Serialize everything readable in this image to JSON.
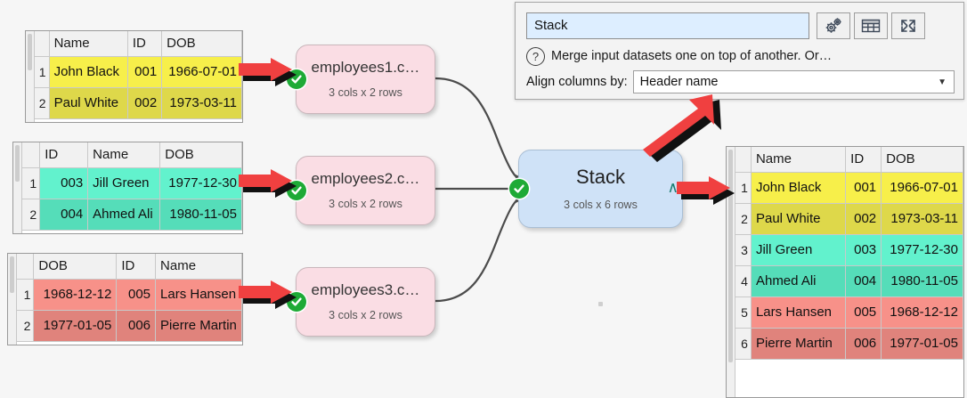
{
  "canvas": {
    "background": "#f6f6f6"
  },
  "colors": {
    "yellow_light": "#f7ef4a",
    "yellow_dark": "#ded84a",
    "teal_light": "#62f2cd",
    "teal_dark": "#55ddb9",
    "red_light": "#f79189",
    "red_dark": "#e0837c",
    "node_pink": "#fadde4",
    "node_blue": "#cfe2f7",
    "annotation_red": "#f04040",
    "check_green": "#1eaa36"
  },
  "input_tables": [
    {
      "name": "employees1",
      "headers": [
        "",
        "Name",
        "ID",
        "DOB"
      ],
      "rows": [
        {
          "n": "1",
          "cells": [
            "John Black",
            "001",
            "1966-07-01"
          ],
          "fill": "y1"
        },
        {
          "n": "2",
          "cells": [
            "Paul White",
            "002",
            "1973-03-11"
          ],
          "fill": "y2"
        }
      ]
    },
    {
      "name": "employees2",
      "headers": [
        "",
        "ID",
        "Name",
        "DOB"
      ],
      "rows": [
        {
          "n": "1",
          "cells": [
            "003",
            "Jill Green",
            "1977-12-30"
          ],
          "fill": "g1"
        },
        {
          "n": "2",
          "cells": [
            "004",
            "Ahmed Ali",
            "1980-11-05"
          ],
          "fill": "g2"
        }
      ]
    },
    {
      "name": "employees3",
      "headers": [
        "",
        "DOB",
        "ID",
        "Name"
      ],
      "rows": [
        {
          "n": "1",
          "cells": [
            "1968-12-12",
            "005",
            "Lars Hansen"
          ],
          "fill": "r1"
        },
        {
          "n": "2",
          "cells": [
            "1977-01-05",
            "006",
            "Pierre Martin"
          ],
          "fill": "r2"
        }
      ]
    }
  ],
  "output_table": {
    "headers": [
      "",
      "Name",
      "ID",
      "DOB"
    ],
    "rows": [
      {
        "n": "1",
        "cells": [
          "John Black",
          "001",
          "1966-07-01"
        ],
        "fill": "y1"
      },
      {
        "n": "2",
        "cells": [
          "Paul White",
          "002",
          "1973-03-11"
        ],
        "fill": "y2"
      },
      {
        "n": "3",
        "cells": [
          "Jill Green",
          "003",
          "1977-12-30"
        ],
        "fill": "g1"
      },
      {
        "n": "4",
        "cells": [
          "Ahmed Ali",
          "004",
          "1980-11-05"
        ],
        "fill": "g2"
      },
      {
        "n": "5",
        "cells": [
          "Lars Hansen",
          "005",
          "1968-12-12"
        ],
        "fill": "r1"
      },
      {
        "n": "6",
        "cells": [
          "Pierre Martin",
          "006",
          "1977-01-05"
        ],
        "fill": "r2"
      }
    ]
  },
  "nodes": [
    {
      "id": "employees1",
      "title": "employees1.c…",
      "subtitle": "3 cols x 2 rows",
      "status": "ok"
    },
    {
      "id": "employees2",
      "title": "employees2.c…",
      "subtitle": "3 cols x 2 rows",
      "status": "ok"
    },
    {
      "id": "employees3",
      "title": "employees3.c…",
      "subtitle": "3 cols x 2 rows",
      "status": "ok"
    },
    {
      "id": "stack",
      "title": "Stack",
      "subtitle": "3 cols x 6 rows",
      "status": "ok",
      "output_marker": "∧"
    }
  ],
  "panel": {
    "name_value": "Stack",
    "description": "Merge input datasets one on top of another. Or…",
    "help_glyph": "?",
    "align_label": "Align columns by:",
    "align_value": "Header name",
    "dropdown_arrow": "▼",
    "buttons": [
      {
        "name": "gear-icon",
        "label": ""
      },
      {
        "name": "table-icon",
        "label": ""
      },
      {
        "name": "expand-icon",
        "label": ""
      }
    ]
  }
}
